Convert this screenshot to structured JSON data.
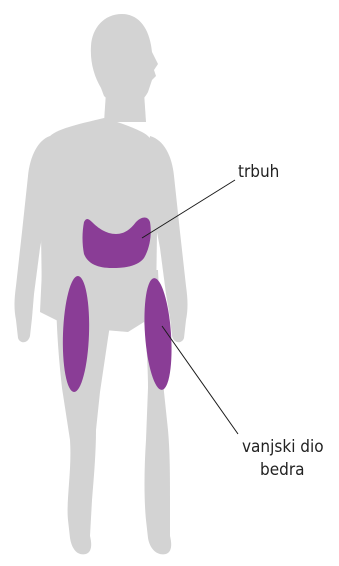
{
  "colors": {
    "body": "#d3d3d3",
    "region": "#8a3d96",
    "leader_line": "#1a1a1a",
    "label_text": "#222222"
  },
  "labels": {
    "abdomen": "trbuh",
    "thigh_line1": "vanjski dio",
    "thigh_line2": "bedra"
  }
}
